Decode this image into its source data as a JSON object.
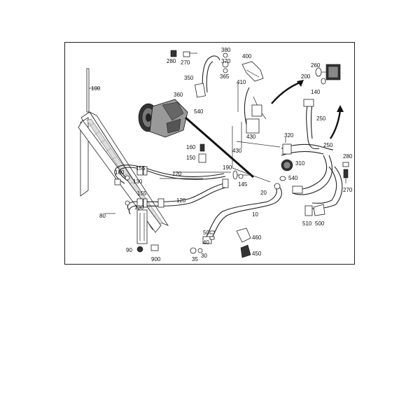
{
  "diagram": {
    "callouts": {
      "c100": "100",
      "c280a": "280",
      "c270a": "270",
      "c380": "380",
      "c370": "370",
      "c365": "365",
      "c400": "400",
      "c350": "350",
      "c410": "410",
      "c360": "360",
      "c540a": "540",
      "c260": "260",
      "c200a": "200",
      "c140": "140",
      "c250a": "250",
      "c430a": "430",
      "c320": "320",
      "c430b": "430",
      "c250b": "250",
      "c160": "160",
      "c150": "150",
      "c310": "310",
      "c280b": "280",
      "c180": "180",
      "c155a": "155",
      "c130a": "130",
      "c120a": "120",
      "c190": "190",
      "c145": "145",
      "c540b": "540",
      "c270b": "270",
      "c155b": "155",
      "c130b": "130",
      "c120b": "120",
      "c200b": "20",
      "c10": "10",
      "c80": "80",
      "c510": "510",
      "c500": "500",
      "c50": "50",
      "c460": "460",
      "c40": "40",
      "c90": "90",
      "c450": "450",
      "c900": "900",
      "c35": "35",
      "c30": "30"
    }
  }
}
